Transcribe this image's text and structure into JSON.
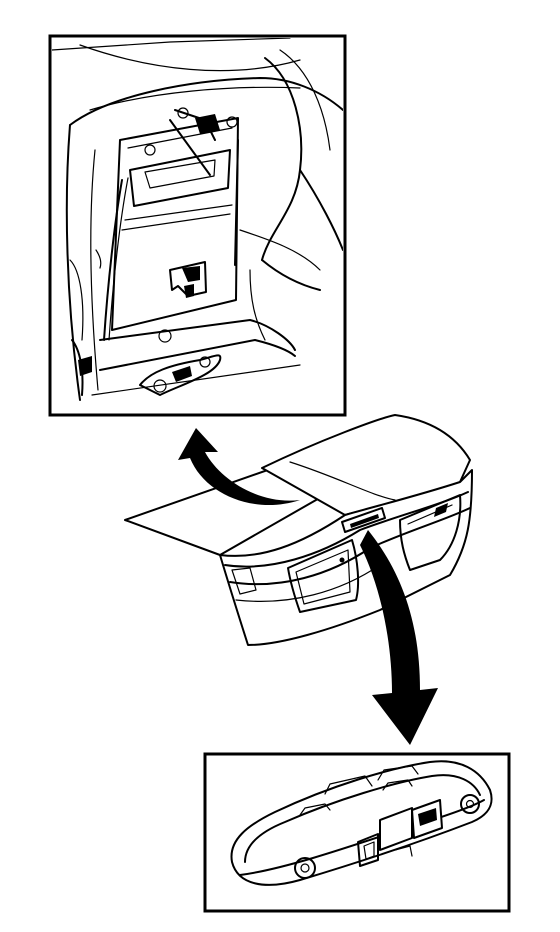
{
  "figure": {
    "panels": [
      "top-inset",
      "main-view",
      "bottom-inset"
    ],
    "arrows": [
      "arrow-to-top-inset",
      "arrow-to-bottom-inset"
    ]
  },
  "colors": {
    "line": "#000000",
    "background": "#ffffff"
  }
}
